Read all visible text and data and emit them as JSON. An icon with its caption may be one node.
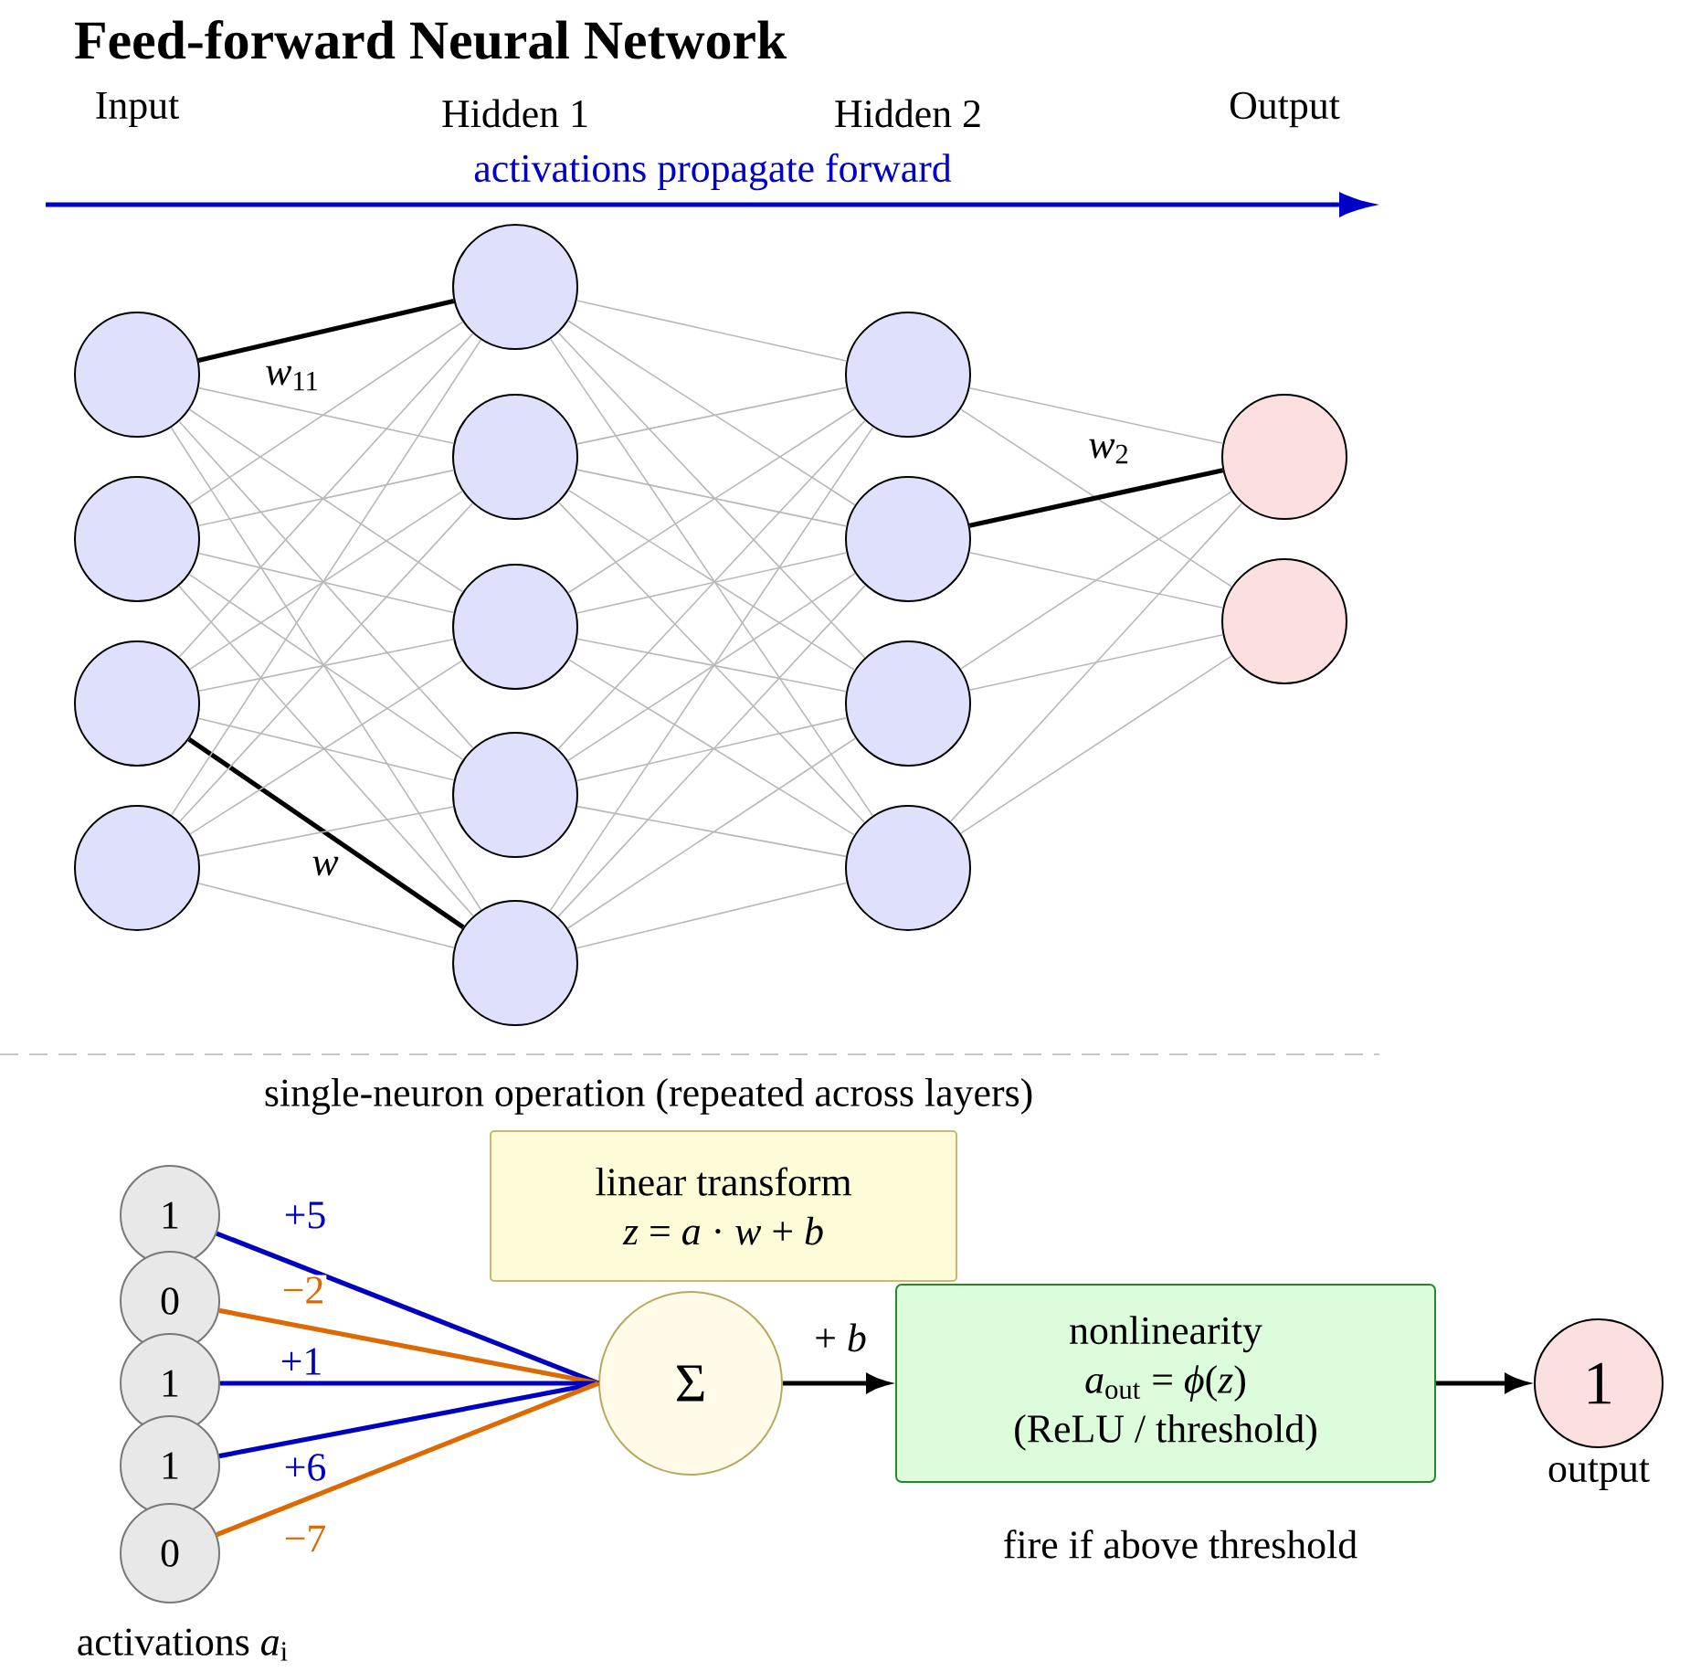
{
  "diagram": {
    "title": "Feed-forward Neural Network",
    "nodes": [
      {
        "text": [],
        "shape": "circle"
      },
      {
        "text": [],
        "shape": "circle"
      },
      {
        "text": [],
        "shape": "circle"
      },
      {
        "text": [],
        "shape": "circle"
      },
      {
        "text": [],
        "shape": "circle"
      },
      {
        "text": [],
        "shape": "circle"
      },
      {
        "text": [],
        "shape": "circle"
      },
      {
        "text": [],
        "shape": "circle"
      },
      {
        "text": [],
        "shape": "circle"
      },
      {
        "text": [],
        "shape": "circle"
      },
      {
        "text": [],
        "shape": "circle"
      },
      {
        "text": [],
        "shape": "circle"
      },
      {
        "text": [],
        "shape": "circle"
      },
      {
        "text": [],
        "shape": "circle"
      },
      {
        "text": [],
        "shape": "circle"
      },
      {
        "text": [
          "1"
        ]
      },
      {
        "text": [
          "0"
        ]
      },
      {
        "text": [
          "1"
        ]
      },
      {
        "text": [
          "1"
        ]
      },
      {
        "text": [
          "0"
        ]
      },
      {
        "text": [
          "Σ"
        ]
      },
      {
        "text": [
          "linear transform",
          "*z* = *a* · *w* + *b*"
        ]
      },
      {
        "text": [
          "nonlinearity",
          "*a*$_{out}$ = *ϕ*(*z*)",
          "(ReLU / threshold)"
        ],
        "beside": [
          "fire if above threshold"
        ]
      },
      {
        "text": [
          "1"
        ],
        "beside": [
          "output"
        ]
      }
    ],
    "edges": [
      {
        "from": 0,
        "to": 4,
        "arrow": "none",
        "label": "*w*$_{11}$",
        "style": "thick",
        "color": "#000000"
      },
      {
        "from": 0,
        "to": 5,
        "arrow": "none"
      },
      {
        "from": 0,
        "to": 6,
        "arrow": "none"
      },
      {
        "from": 0,
        "to": 7,
        "arrow": "none"
      },
      {
        "from": 0,
        "to": 8,
        "arrow": "none"
      },
      {
        "from": 1,
        "to": 4,
        "arrow": "none"
      },
      {
        "from": 1,
        "to": 5,
        "arrow": "none"
      },
      {
        "from": 1,
        "to": 6,
        "arrow": "none"
      },
      {
        "from": 1,
        "to": 7,
        "arrow": "none"
      },
      {
        "from": 1,
        "to": 8,
        "arrow": "none"
      },
      {
        "from": 2,
        "to": 4,
        "arrow": "none"
      },
      {
        "from": 2,
        "to": 5,
        "arrow": "none"
      },
      {
        "from": 2,
        "to": 6,
        "arrow": "none"
      },
      {
        "from": 2,
        "to": 7,
        "arrow": "none"
      },
      {
        "from": 2,
        "to": 8,
        "arrow": "none",
        "label": "*w*",
        "style": "thick",
        "color": "#000000"
      },
      {
        "from": 3,
        "to": 4,
        "arrow": "none"
      },
      {
        "from": 3,
        "to": 5,
        "arrow": "none"
      },
      {
        "from": 3,
        "to": 6,
        "arrow": "none"
      },
      {
        "from": 3,
        "to": 7,
        "arrow": "none"
      },
      {
        "from": 3,
        "to": 8,
        "arrow": "none"
      },
      {
        "from": 4,
        "to": 9,
        "arrow": "none"
      },
      {
        "from": 4,
        "to": 10,
        "arrow": "none"
      },
      {
        "from": 4,
        "to": 11,
        "arrow": "none"
      },
      {
        "from": 4,
        "to": 12,
        "arrow": "none"
      },
      {
        "from": 5,
        "to": 9,
        "arrow": "none"
      },
      {
        "from": 5,
        "to": 10,
        "arrow": "none"
      },
      {
        "from": 5,
        "to": 11,
        "arrow": "none"
      },
      {
        "from": 5,
        "to": 12,
        "arrow": "none"
      },
      {
        "from": 6,
        "to": 9,
        "arrow": "none"
      },
      {
        "from": 6,
        "to": 10,
        "arrow": "none"
      },
      {
        "from": 6,
        "to": 11,
        "arrow": "none"
      },
      {
        "from": 6,
        "to": 12,
        "arrow": "none"
      },
      {
        "from": 7,
        "to": 9,
        "arrow": "none"
      },
      {
        "from": 7,
        "to": 10,
        "arrow": "none"
      },
      {
        "from": 7,
        "to": 11,
        "arrow": "none"
      },
      {
        "from": 7,
        "to": 12,
        "arrow": "none"
      },
      {
        "from": 8,
        "to": 9,
        "arrow": "none"
      },
      {
        "from": 8,
        "to": 10,
        "arrow": "none"
      },
      {
        "from": 8,
        "to": 11,
        "arrow": "none"
      },
      {
        "from": 8,
        "to": 12,
        "arrow": "none"
      },
      {
        "from": 9,
        "to": 13,
        "arrow": "none"
      },
      {
        "from": 9,
        "to": 14,
        "arrow": "none"
      },
      {
        "from": 10,
        "to": 13,
        "arrow": "none",
        "label": "*w*$_{2}$",
        "style": "thick",
        "color": "#000000"
      },
      {
        "from": 10,
        "to": 14,
        "arrow": "none"
      },
      {
        "from": 11,
        "to": 13,
        "arrow": "none"
      },
      {
        "from": 11,
        "to": 14,
        "arrow": "none"
      },
      {
        "from": 12,
        "to": 13,
        "arrow": "none"
      },
      {
        "from": 12,
        "to": 14,
        "arrow": "none"
      },
      {
        "from": 15,
        "to": 20,
        "arrow": "none",
        "label": "+5",
        "style": "thick",
        "color": "#0000c0"
      },
      {
        "from": 16,
        "to": 20,
        "arrow": "none",
        "label": "−2",
        "style": "thick",
        "color": "#dd6a00"
      },
      {
        "from": 17,
        "to": 20,
        "arrow": "none",
        "label": "+1",
        "style": "thick",
        "color": "#0000c0"
      },
      {
        "from": 18,
        "to": 20,
        "arrow": "none",
        "label": "+6",
        "style": "thick",
        "color": "#0000c0"
      },
      {
        "from": 19,
        "to": 20,
        "arrow": "none",
        "label": "−7",
        "style": "thick",
        "color": "#dd6a00"
      },
      {
        "from": 20,
        "to": 22,
        "arrow": "to",
        "label": "+ *b*",
        "style": "thick",
        "color": "#000000"
      },
      {
        "from": 22,
        "to": 23,
        "arrow": "to",
        "style": "thick",
        "color": "#000000"
      }
    ],
    "labels": [
      "Input",
      "Hidden 1",
      "Hidden 2",
      "Output",
      "activations propagate forward",
      "single-neuron operation (repeated across layers)",
      "activations *a*$_{i}$"
    ]
  }
}
